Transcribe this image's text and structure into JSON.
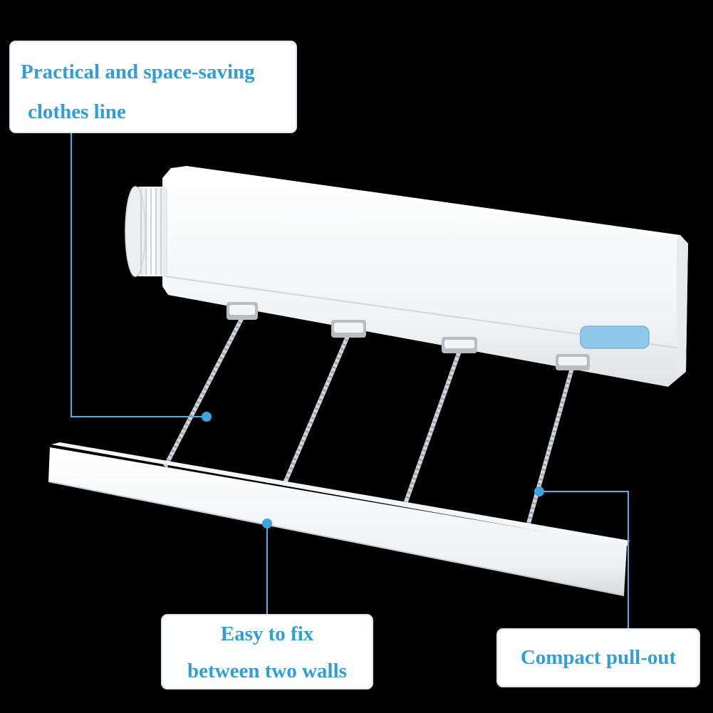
{
  "callouts": {
    "top": {
      "line1": "Practical and space-saving",
      "line2": "clothes line"
    },
    "bottom_left": {
      "line1": "Easy to fix",
      "line2": "between two walls"
    },
    "bottom_right": {
      "line1": "Compact pull-out"
    }
  },
  "colors": {
    "background": "#000000",
    "accent": "#2f9fd8",
    "leader_line": "#4fb0e2",
    "product": "#ffffff",
    "label_tab": "#8ec9e9"
  }
}
